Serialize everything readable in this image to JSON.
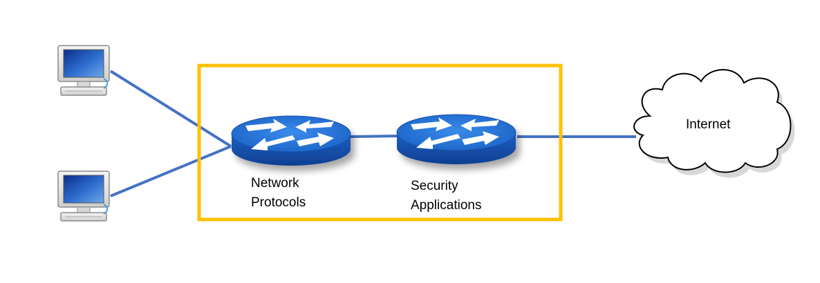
{
  "colors": {
    "link": "#4472C4",
    "frame": "#FFC000",
    "router_body": "#1F63C6",
    "router_top": "#2B7BE0",
    "cloud_stroke": "#000000"
  },
  "nodes": {
    "computer_top": {
      "icon": "desktop-computer-icon"
    },
    "computer_bottom": {
      "icon": "desktop-computer-icon"
    },
    "router_1": {
      "icon": "router-icon",
      "label_line1": "Network",
      "label_line2": "Protocols"
    },
    "router_2": {
      "icon": "router-icon",
      "label_line1": "Security",
      "label_line2": "Applications"
    },
    "cloud": {
      "icon": "cloud-icon",
      "label": "Internet"
    }
  }
}
